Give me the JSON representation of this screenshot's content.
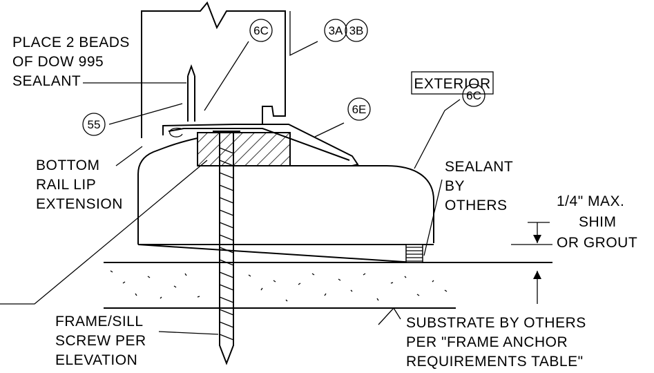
{
  "notes": {
    "place_beads": [
      "PLACE 2 BEADS",
      "OF DOW 995",
      "SEALANT"
    ],
    "bottom_rail": [
      "BOTTOM",
      "RAIL LIP",
      "EXTENSION"
    ],
    "exterior": "EXTERIOR",
    "sealant_by_others": [
      "SEALANT",
      "BY",
      "OTHERS"
    ],
    "shim": [
      "1/4\" MAX.",
      "SHIM",
      "OR GROUT"
    ],
    "frame_screw": [
      "FRAME/SILL",
      "SCREW PER",
      "ELEVATION"
    ],
    "substrate": [
      "SUBSTRATE BY OTHERS",
      "PER \"FRAME ANCHOR",
      "REQUIREMENTS TABLE\""
    ]
  },
  "tags": {
    "t6c_top": "6C",
    "t3a": "3A",
    "t3b": "3B",
    "t55": "55",
    "t6e": "6E",
    "t6c_right": "6C"
  }
}
